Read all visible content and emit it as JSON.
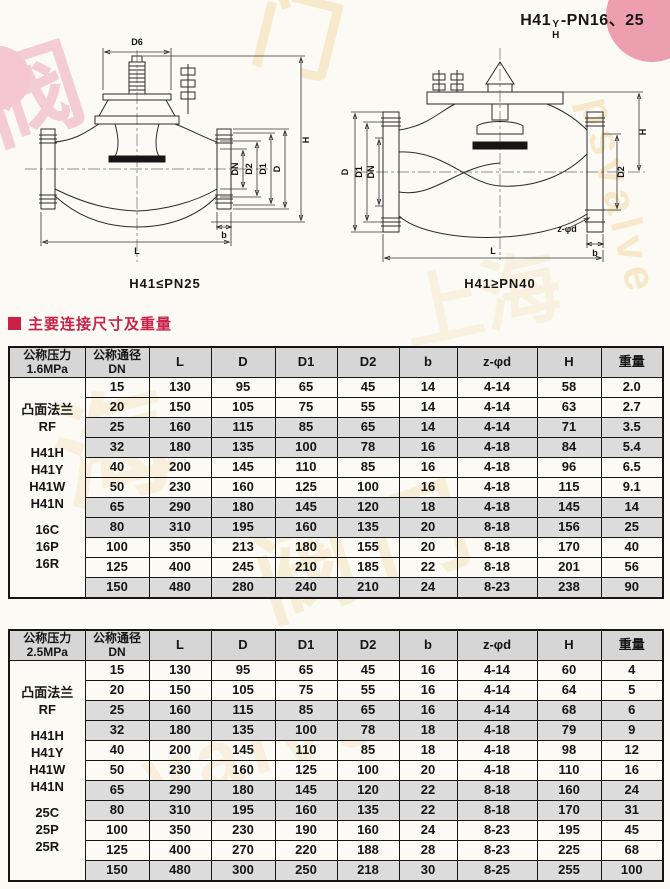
{
  "title": {
    "prefix": "H41",
    "stack_top": "Y",
    "stack_bottom": "H",
    "suffix": "-PN16、25"
  },
  "section": {
    "title": "主要连接尺寸及重量"
  },
  "watermarks": {
    "items": [
      "阀",
      "门",
      "海",
      "阀门",
      "psvalve",
      "valve",
      "上海"
    ]
  },
  "drawings": {
    "left": {
      "caption": "H41≤PN25",
      "labels": {
        "top_diameter": "D6",
        "height": "H",
        "bore": "DN",
        "d2": "D2",
        "d1": "D1",
        "d": "D",
        "flange_thickness": "b",
        "length": "L"
      }
    },
    "right": {
      "caption": "H41≥PN40",
      "labels": {
        "d": "D",
        "d1": "D1",
        "dn": "DN",
        "d2": "D2",
        "height": "H",
        "bolt_holes": "z-φd",
        "flange_thickness": "b",
        "length": "L"
      }
    }
  },
  "tables": [
    {
      "pressure": [
        "公称压力",
        "1.6MPa"
      ],
      "dn_header": [
        "公称通径",
        "DN"
      ],
      "columns": [
        "L",
        "D",
        "D1",
        "D2",
        "b",
        "z-φd",
        "H",
        "重量"
      ],
      "label_groups": [
        [
          "凸面法兰",
          "RF"
        ],
        [
          "H41H",
          "H41Y",
          "H41W",
          "H41N"
        ],
        [
          "16C",
          "16P",
          "16R"
        ]
      ],
      "rows": [
        {
          "dn": "15",
          "values": [
            "130",
            "95",
            "65",
            "45",
            "14",
            "4-14",
            "58",
            "2.0"
          ],
          "shaded": false
        },
        {
          "dn": "20",
          "values": [
            "150",
            "105",
            "75",
            "55",
            "14",
            "4-14",
            "63",
            "2.7"
          ],
          "shaded": false
        },
        {
          "dn": "25",
          "values": [
            "160",
            "115",
            "85",
            "65",
            "14",
            "4-14",
            "71",
            "3.5"
          ],
          "shaded": true
        },
        {
          "dn": "32",
          "values": [
            "180",
            "135",
            "100",
            "78",
            "16",
            "4-18",
            "84",
            "5.4"
          ],
          "shaded": true
        },
        {
          "dn": "40",
          "values": [
            "200",
            "145",
            "110",
            "85",
            "16",
            "4-18",
            "96",
            "6.5"
          ],
          "shaded": false
        },
        {
          "dn": "50",
          "values": [
            "230",
            "160",
            "125",
            "100",
            "16",
            "4-18",
            "115",
            "9.1"
          ],
          "shaded": false
        },
        {
          "dn": "65",
          "values": [
            "290",
            "180",
            "145",
            "120",
            "18",
            "4-18",
            "145",
            "14"
          ],
          "shaded": true
        },
        {
          "dn": "80",
          "values": [
            "310",
            "195",
            "160",
            "135",
            "20",
            "8-18",
            "156",
            "25"
          ],
          "shaded": true
        },
        {
          "dn": "100",
          "values": [
            "350",
            "213",
            "180",
            "155",
            "20",
            "8-18",
            "170",
            "40"
          ],
          "shaded": false
        },
        {
          "dn": "125",
          "values": [
            "400",
            "245",
            "210",
            "185",
            "22",
            "8-18",
            "201",
            "56"
          ],
          "shaded": false
        },
        {
          "dn": "150",
          "values": [
            "480",
            "280",
            "240",
            "210",
            "24",
            "8-23",
            "238",
            "90"
          ],
          "shaded": true
        }
      ]
    },
    {
      "pressure": [
        "公称压力",
        "2.5MPa"
      ],
      "dn_header": [
        "公称通径",
        "DN"
      ],
      "columns": [
        "L",
        "D",
        "D1",
        "D2",
        "b",
        "z-φd",
        "H",
        "重量"
      ],
      "label_groups": [
        [
          "凸面法兰",
          "RF"
        ],
        [
          "H41H",
          "H41Y",
          "H41W",
          "H41N"
        ],
        [
          "25C",
          "25P",
          "25R"
        ]
      ],
      "rows": [
        {
          "dn": "15",
          "values": [
            "130",
            "95",
            "65",
            "45",
            "16",
            "4-14",
            "60",
            "4"
          ],
          "shaded": false
        },
        {
          "dn": "20",
          "values": [
            "150",
            "105",
            "75",
            "55",
            "16",
            "4-14",
            "64",
            "5"
          ],
          "shaded": false
        },
        {
          "dn": "25",
          "values": [
            "160",
            "115",
            "85",
            "65",
            "16",
            "4-14",
            "68",
            "6"
          ],
          "shaded": true
        },
        {
          "dn": "32",
          "values": [
            "180",
            "135",
            "100",
            "78",
            "18",
            "4-18",
            "79",
            "9"
          ],
          "shaded": true
        },
        {
          "dn": "40",
          "values": [
            "200",
            "145",
            "110",
            "85",
            "18",
            "4-18",
            "98",
            "12"
          ],
          "shaded": false
        },
        {
          "dn": "50",
          "values": [
            "230",
            "160",
            "125",
            "100",
            "20",
            "4-18",
            "110",
            "16"
          ],
          "shaded": false
        },
        {
          "dn": "65",
          "values": [
            "290",
            "180",
            "145",
            "120",
            "22",
            "8-18",
            "160",
            "24"
          ],
          "shaded": true
        },
        {
          "dn": "80",
          "values": [
            "310",
            "195",
            "160",
            "135",
            "22",
            "8-18",
            "170",
            "31"
          ],
          "shaded": true
        },
        {
          "dn": "100",
          "values": [
            "350",
            "230",
            "190",
            "160",
            "24",
            "8-23",
            "195",
            "45"
          ],
          "shaded": false
        },
        {
          "dn": "125",
          "values": [
            "400",
            "270",
            "220",
            "188",
            "28",
            "8-23",
            "225",
            "68"
          ],
          "shaded": false
        },
        {
          "dn": "150",
          "values": [
            "480",
            "300",
            "250",
            "218",
            "30",
            "8-25",
            "255",
            "100"
          ],
          "shaded": true
        }
      ]
    }
  ]
}
